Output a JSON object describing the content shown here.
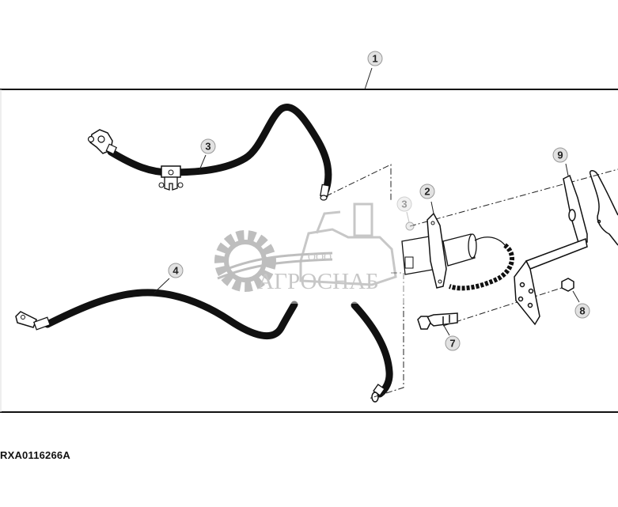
{
  "figure": {
    "id_label": "RXA0116266A",
    "frame": {
      "stroke": "#111111"
    }
  },
  "callouts": [
    {
      "number": "1",
      "part": "assembly-frame"
    },
    {
      "number": "2",
      "part": "solenoid"
    },
    {
      "number": "3",
      "part": "battery-cable-with-terminal-clamp"
    },
    {
      "number": "3",
      "part": "nut-small",
      "faded": true
    },
    {
      "number": "4",
      "part": "ground-cable"
    },
    {
      "number": "7",
      "part": "bolt"
    },
    {
      "number": "8",
      "part": "nut"
    },
    {
      "number": "9",
      "part": "mounting-bracket"
    }
  ],
  "watermark": {
    "prefix": "ООО",
    "name": "АГРОСНАБ",
    "color": "#9a9a9a"
  },
  "colors": {
    "line": "#111111",
    "callout_fill": "#e2e2e2",
    "background": "#ffffff"
  }
}
